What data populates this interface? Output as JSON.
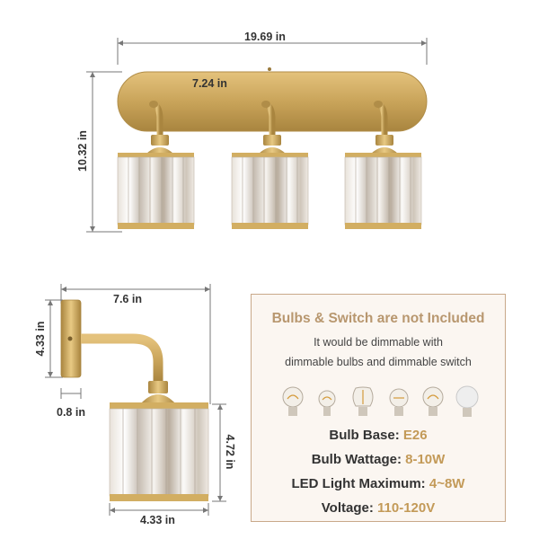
{
  "dimensions": {
    "total_width": "19.69 in",
    "shade_spacing": "7.24 in",
    "total_height": "10.32 in",
    "side_depth": "7.6 in",
    "plate_height": "4.33 in",
    "plate_thickness": "0.8 in",
    "shade_height": "4.72 in",
    "shade_width": "4.33 in"
  },
  "info_panel": {
    "title": "Bulbs & Switch are not Included",
    "subtitle_line1": "It would be dimmable with",
    "subtitle_line2": "dimmable bulbs and dimmable switch",
    "specs": [
      {
        "label": "Bulb Base: ",
        "value": "E26"
      },
      {
        "label": "Bulb Wattage: ",
        "value": "8-10W"
      },
      {
        "label": "LED Light Maximum: ",
        "value": "4~8W"
      },
      {
        "label": "Voltage: ",
        "value": "110-120V"
      }
    ],
    "bulb_icons": [
      "filament-bulb-icon",
      "filament-bulb-icon",
      "filament-bulb-icon",
      "filament-bulb-icon",
      "filament-bulb-icon",
      "frosted-bulb-icon"
    ]
  },
  "colors": {
    "gold": "#c9a45a",
    "accent_text": "#b8976f",
    "value_text": "#c39a58",
    "panel_bg": "#fbf6f1",
    "panel_border": "#c9a98a"
  }
}
